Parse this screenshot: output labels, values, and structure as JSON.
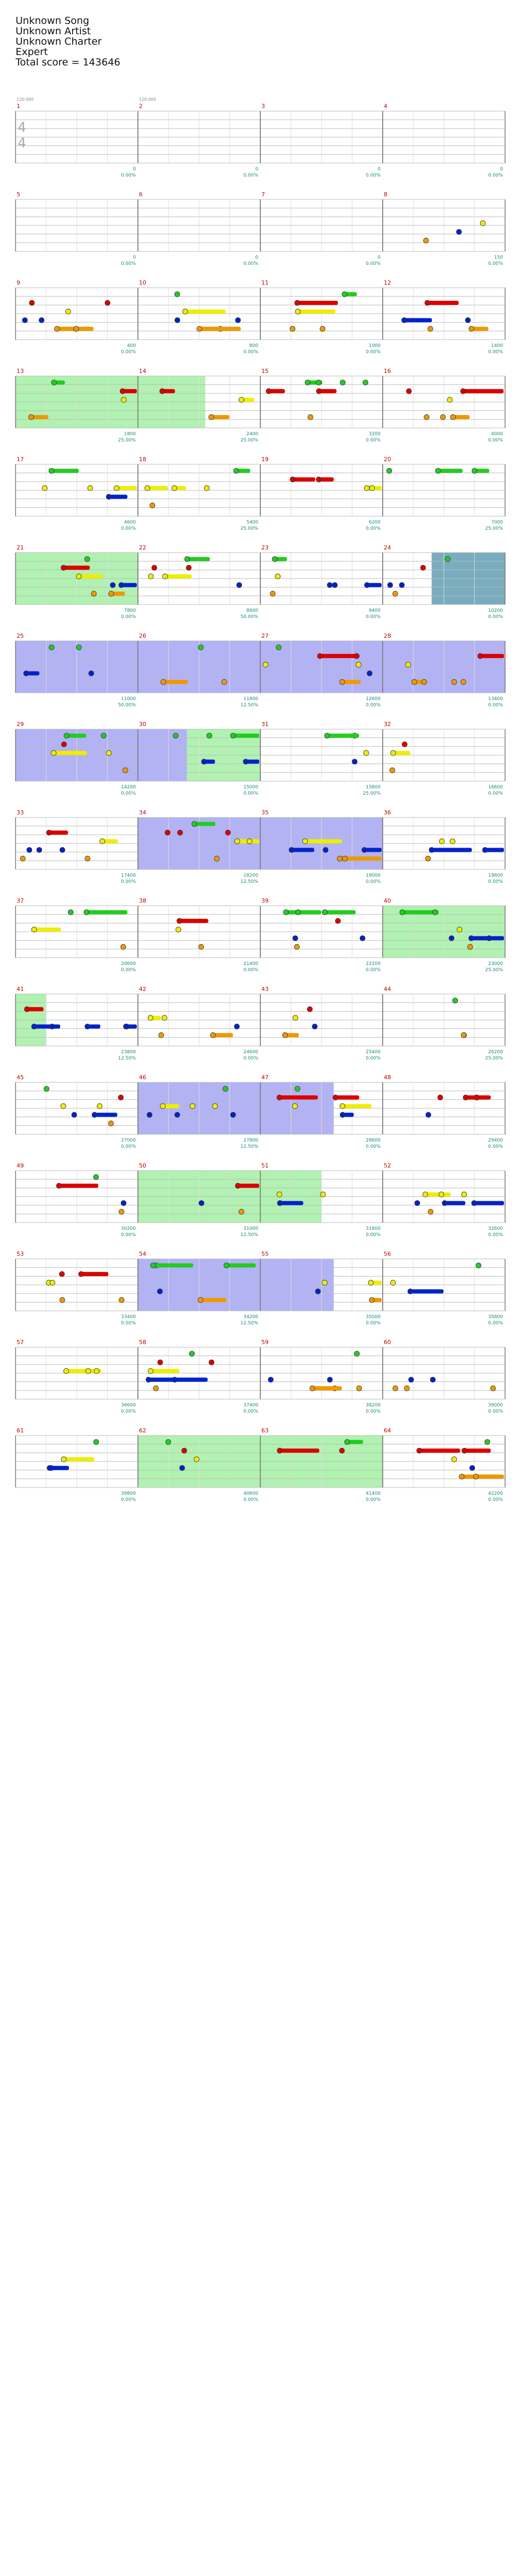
{
  "header": {
    "song": "Unknown Song",
    "artist": "Unknown Artist",
    "charter": "Unknown Charter",
    "difficulty": "Expert",
    "total_score": "Total score = 143646"
  },
  "colors": {
    "green": "#22cc22",
    "red": "#dd0000",
    "yellow": "#eeee00",
    "blue": "#0022cc",
    "orange": "#ee9900",
    "sp_green": "#a8f0a8",
    "sp_blue": "#aaaaf5",
    "sp_teal": "#6aa3b8",
    "score_teal": "#1a8a7a",
    "measure_red": "#c00000"
  },
  "chart_data": {
    "type": "table",
    "time_signature": [
      "4",
      "4"
    ],
    "bpm_markers": [
      "120.000",
      "120.000"
    ],
    "measures": [
      {
        "n": "1",
        "cum": "0",
        "pct": "0.00%",
        "sp": []
      },
      {
        "n": "2",
        "cum": "0",
        "pct": "0.00%",
        "sp": []
      },
      {
        "n": "3",
        "cum": "0",
        "pct": "0.00%",
        "sp": []
      },
      {
        "n": "4",
        "cum": "0",
        "pct": "0.00%",
        "sp": []
      },
      {
        "n": "5",
        "cum": "0",
        "pct": "0.00%",
        "sp": []
      },
      {
        "n": "6",
        "cum": "0",
        "pct": "0.00%",
        "sp": []
      },
      {
        "n": "7",
        "cum": "0",
        "pct": "0.00%",
        "sp": []
      },
      {
        "n": "8",
        "cum": "150",
        "pct": "0.00%",
        "sp": []
      },
      {
        "n": "9",
        "cum": "400",
        "pct": "0.00%",
        "sp": []
      },
      {
        "n": "10",
        "cum": "800",
        "pct": "0.00%",
        "sp": []
      },
      {
        "n": "11",
        "cum": "1000",
        "pct": "0.00%",
        "sp": []
      },
      {
        "n": "12",
        "cum": "1400",
        "pct": "0.00%",
        "sp": []
      },
      {
        "n": "13",
        "cum": "1800",
        "pct": "25.00%",
        "sp": [
          {
            "from": 0,
            "to": 1,
            "color": "green"
          }
        ]
      },
      {
        "n": "14",
        "cum": "2400",
        "pct": "25.00%",
        "sp": [
          {
            "from": 0,
            "to": 0.55,
            "color": "green"
          }
        ]
      },
      {
        "n": "15",
        "cum": "3200",
        "pct": "0.00%",
        "sp": []
      },
      {
        "n": "16",
        "cum": "4000",
        "pct": "0.00%",
        "sp": []
      },
      {
        "n": "17",
        "cum": "4600",
        "pct": "0.00%",
        "sp": []
      },
      {
        "n": "18",
        "cum": "5400",
        "pct": "25.00%",
        "sp": []
      },
      {
        "n": "19",
        "cum": "6200",
        "pct": "0.00%",
        "sp": []
      },
      {
        "n": "20",
        "cum": "7000",
        "pct": "25.00%",
        "sp": []
      },
      {
        "n": "21",
        "cum": "7800",
        "pct": "0.00%",
        "sp": [
          {
            "from": 0,
            "to": 1,
            "color": "green"
          }
        ]
      },
      {
        "n": "22",
        "cum": "8600",
        "pct": "50.00%",
        "sp": []
      },
      {
        "n": "23",
        "cum": "9400",
        "pct": "0.00%",
        "sp": []
      },
      {
        "n": "24",
        "cum": "10200",
        "pct": "0.00%",
        "sp": [
          {
            "from": 0.4,
            "to": 1,
            "color": "teal"
          }
        ]
      },
      {
        "n": "25",
        "cum": "11000",
        "pct": "50.00%",
        "sp": [
          {
            "from": 0,
            "to": 1,
            "color": "blue"
          }
        ]
      },
      {
        "n": "26",
        "cum": "11800",
        "pct": "12.50%",
        "sp": [
          {
            "from": 0,
            "to": 1,
            "color": "blue"
          }
        ]
      },
      {
        "n": "27",
        "cum": "12600",
        "pct": "0.00%",
        "sp": [
          {
            "from": 0,
            "to": 1,
            "color": "blue"
          }
        ]
      },
      {
        "n": "28",
        "cum": "13400",
        "pct": "0.00%",
        "sp": [
          {
            "from": 0,
            "to": 1,
            "color": "blue"
          }
        ]
      },
      {
        "n": "29",
        "cum": "14200",
        "pct": "0.00%",
        "sp": [
          {
            "from": 0,
            "to": 1,
            "color": "blue"
          }
        ]
      },
      {
        "n": "30",
        "cum": "15000",
        "pct": "0.00%",
        "sp": [
          {
            "from": 0,
            "to": 0.4,
            "color": "blue"
          },
          {
            "from": 0.4,
            "to": 1,
            "color": "green"
          }
        ]
      },
      {
        "n": "31",
        "cum": "15800",
        "pct": "25.00%",
        "sp": []
      },
      {
        "n": "32",
        "cum": "16600",
        "pct": "0.00%",
        "sp": []
      },
      {
        "n": "33",
        "cum": "17400",
        "pct": "0.00%",
        "sp": []
      },
      {
        "n": "34",
        "cum": "18200",
        "pct": "12.50%",
        "sp": [
          {
            "from": 0,
            "to": 1,
            "color": "blue"
          }
        ]
      },
      {
        "n": "35",
        "cum": "19000",
        "pct": "0.00%",
        "sp": [
          {
            "from": 0,
            "to": 1,
            "color": "blue"
          }
        ]
      },
      {
        "n": "36",
        "cum": "19800",
        "pct": "0.00%",
        "sp": []
      },
      {
        "n": "37",
        "cum": "20600",
        "pct": "0.00%",
        "sp": []
      },
      {
        "n": "38",
        "cum": "21400",
        "pct": "0.00%",
        "sp": []
      },
      {
        "n": "39",
        "cum": "22200",
        "pct": "0.00%",
        "sp": []
      },
      {
        "n": "40",
        "cum": "23000",
        "pct": "25.00%",
        "sp": [
          {
            "from": 0,
            "to": 1,
            "color": "green"
          }
        ]
      },
      {
        "n": "41",
        "cum": "23800",
        "pct": "12.50%",
        "sp": [
          {
            "from": 0,
            "to": 0.25,
            "color": "green"
          }
        ]
      },
      {
        "n": "42",
        "cum": "24600",
        "pct": "0.00%",
        "sp": []
      },
      {
        "n": "43",
        "cum": "25400",
        "pct": "0.00%",
        "sp": []
      },
      {
        "n": "44",
        "cum": "26200",
        "pct": "25.00%",
        "sp": []
      },
      {
        "n": "45",
        "cum": "27000",
        "pct": "0.00%",
        "sp": []
      },
      {
        "n": "46",
        "cum": "27800",
        "pct": "12.50%",
        "sp": [
          {
            "from": 0,
            "to": 1,
            "color": "blue"
          }
        ]
      },
      {
        "n": "47",
        "cum": "28600",
        "pct": "0.00%",
        "sp": [
          {
            "from": 0,
            "to": 0.6,
            "color": "blue"
          }
        ]
      },
      {
        "n": "48",
        "cum": "29400",
        "pct": "0.00%",
        "sp": []
      },
      {
        "n": "49",
        "cum": "30200",
        "pct": "0.00%",
        "sp": []
      },
      {
        "n": "50",
        "cum": "31000",
        "pct": "12.50%",
        "sp": [
          {
            "from": 0,
            "to": 1,
            "color": "green"
          }
        ]
      },
      {
        "n": "51",
        "cum": "31800",
        "pct": "0.00%",
        "sp": [
          {
            "from": 0,
            "to": 0.5,
            "color": "green"
          }
        ]
      },
      {
        "n": "52",
        "cum": "32600",
        "pct": "0.00%",
        "sp": []
      },
      {
        "n": "53",
        "cum": "33400",
        "pct": "0.00%",
        "sp": []
      },
      {
        "n": "54",
        "cum": "34200",
        "pct": "12.50%",
        "sp": [
          {
            "from": 0,
            "to": 1,
            "color": "blue"
          }
        ]
      },
      {
        "n": "55",
        "cum": "35000",
        "pct": "0.00%",
        "sp": [
          {
            "from": 0,
            "to": 0.6,
            "color": "blue"
          }
        ]
      },
      {
        "n": "56",
        "cum": "35800",
        "pct": "0.00%",
        "sp": []
      },
      {
        "n": "57",
        "cum": "36600",
        "pct": "0.00%",
        "sp": []
      },
      {
        "n": "58",
        "cum": "37400",
        "pct": "0.00%",
        "sp": []
      },
      {
        "n": "59",
        "cum": "38200",
        "pct": "0.00%",
        "sp": []
      },
      {
        "n": "60",
        "cum": "39000",
        "pct": "0.00%",
        "sp": []
      },
      {
        "n": "61",
        "cum": "39800",
        "pct": "0.00%",
        "sp": []
      },
      {
        "n": "62",
        "cum": "40600",
        "pct": "0.00%",
        "sp": [
          {
            "from": 0,
            "to": 1,
            "color": "green"
          }
        ]
      },
      {
        "n": "63",
        "cum": "41400",
        "pct": "0.00%",
        "sp": [
          {
            "from": 0,
            "to": 1,
            "color": "green"
          }
        ]
      },
      {
        "n": "64",
        "cum": "42200",
        "pct": "0.00%",
        "sp": []
      }
    ]
  }
}
